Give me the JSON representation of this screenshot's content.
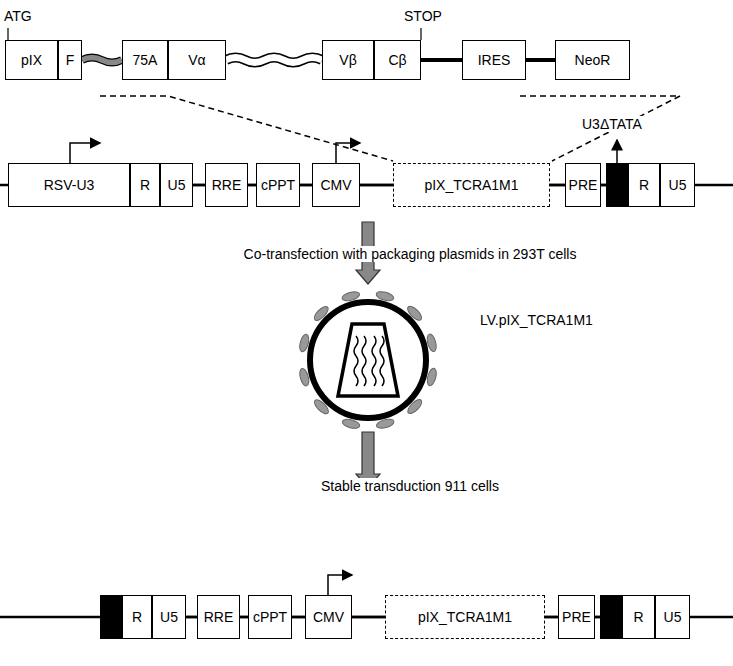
{
  "diagram": {
    "nodes": [
      {
        "text": [
          "pIX"
        ]
      },
      {
        "text": [
          "F"
        ]
      },
      {
        "text": [
          "75A"
        ]
      },
      {
        "text": [
          "Vα"
        ]
      },
      {
        "text": [
          "Vβ"
        ]
      },
      {
        "text": [
          "Cβ"
        ]
      },
      {
        "text": [
          "IRES"
        ]
      },
      {
        "text": [
          "NeoR"
        ]
      },
      {
        "text": [
          "RSV-U3"
        ]
      },
      {
        "text": [
          "R"
        ]
      },
      {
        "text": [
          "U5"
        ]
      },
      {
        "text": [
          "RRE"
        ]
      },
      {
        "text": [
          "cPPT"
        ]
      },
      {
        "text": [
          "CMV"
        ]
      },
      {
        "text": [
          "pIX_TCRA1M1"
        ]
      },
      {
        "text": [
          "PRE"
        ]
      },
      {
        "text": [
          "R"
        ]
      },
      {
        "text": [
          "U5"
        ]
      },
      {
        "text": [
          "R"
        ]
      },
      {
        "text": [
          "U5"
        ]
      },
      {
        "text": [
          "RRE"
        ]
      },
      {
        "text": [
          "cPPT"
        ]
      },
      {
        "text": [
          "CMV"
        ]
      },
      {
        "text": [
          "pIX_TCRA1M1"
        ]
      },
      {
        "text": [
          "PRE"
        ]
      },
      {
        "text": [
          "R"
        ]
      },
      {
        "text": [
          "U5"
        ]
      }
    ],
    "edges": [
      {
        "from": 1,
        "to": 2,
        "arrow": "none"
      },
      {
        "from": 3,
        "to": 4,
        "arrow": "none"
      },
      {
        "from": 5,
        "to": 6,
        "arrow": "none"
      },
      {
        "from": 6,
        "to": 7,
        "arrow": "none"
      },
      {
        "from": 10,
        "to": 11,
        "arrow": "none"
      },
      {
        "from": 11,
        "to": 12,
        "arrow": "none"
      },
      {
        "from": 12,
        "to": 13,
        "arrow": "none"
      },
      {
        "from": 13,
        "to": 14,
        "arrow": "none"
      },
      {
        "from": 14,
        "to": 15,
        "arrow": "none"
      },
      {
        "from": 15,
        "to": 16,
        "arrow": "none"
      },
      {
        "from": 19,
        "to": 20,
        "arrow": "none"
      },
      {
        "from": 20,
        "to": 21,
        "arrow": "none"
      },
      {
        "from": 21,
        "to": 22,
        "arrow": "none"
      },
      {
        "from": 22,
        "to": 23,
        "arrow": "none"
      },
      {
        "from": 23,
        "to": 24,
        "arrow": "none"
      },
      {
        "from": 24,
        "to": 25,
        "arrow": "none"
      }
    ],
    "labels": [
      "ATG",
      "STOP",
      "U3ΔTATA",
      "Co-transfection with packaging plasmids in 293T cells",
      "LV.pIX_TCRA1M1",
      "Stable transduction 911 cells"
    ]
  }
}
